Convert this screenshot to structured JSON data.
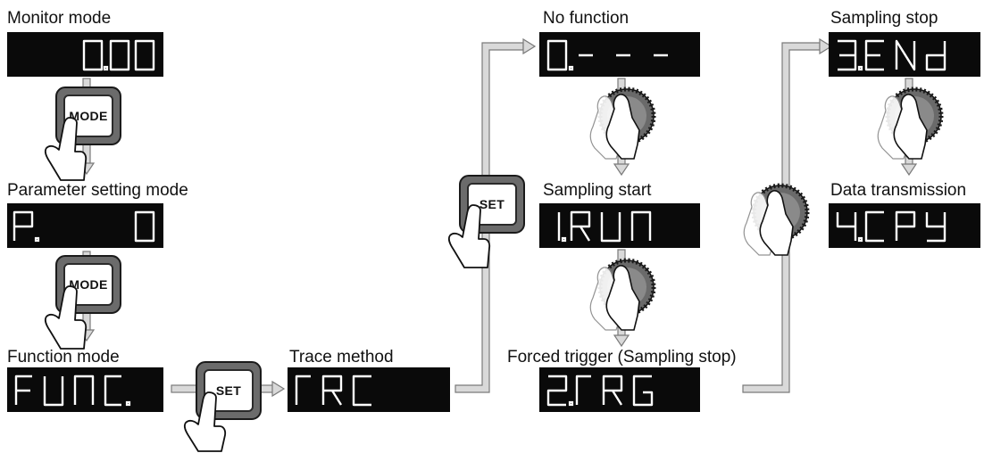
{
  "labels": {
    "monitor_mode": "Monitor mode",
    "parameter_setting_mode": "Parameter setting mode",
    "function_mode": "Function mode",
    "trace_method": "Trace method",
    "no_function": "No function",
    "sampling_start": "Sampling start",
    "forced_trigger": "Forced trigger (Sampling stop)",
    "sampling_stop": "Sampling stop",
    "data_transmission": "Data transmission"
  },
  "buttons": {
    "mode_1": "MODE",
    "mode_2": "MODE",
    "set_1": "SET",
    "set_2": "SET"
  },
  "displays": {
    "monitor": "0.00",
    "parameter": "P.   0",
    "function": "FUNC.",
    "trace": "TRC",
    "no_function": "0.- - -",
    "sampling_start": "1.RUN",
    "forced_trigger": "2.TRG",
    "sampling_stop": "3.ENd",
    "data_transmission": "4.CPY"
  },
  "colors": {
    "display_bg": "#0a0a0a",
    "segment": "#ffffff",
    "arrow_fill": "#d9d9d9",
    "arrow_stroke": "#7a7a7a",
    "button_frame": "#6b6b6b"
  },
  "icons": [
    "hand-press-icon",
    "rotary-dial-icon",
    "arrow-icon"
  ]
}
